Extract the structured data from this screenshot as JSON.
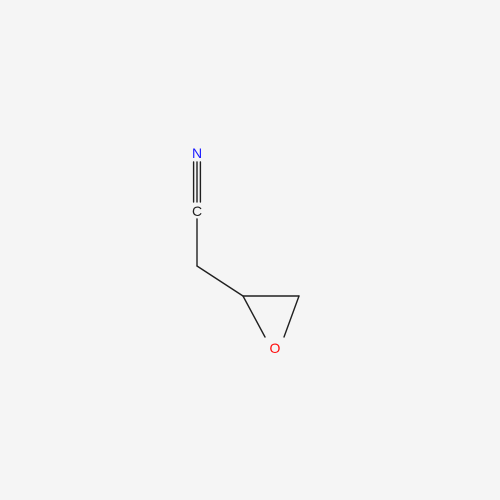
{
  "molecule": {
    "atoms": {
      "nitrogen": {
        "symbol": "N",
        "color": "#1a1aff"
      },
      "carbon_nitrile": {
        "symbol": "C",
        "color": "#202020"
      },
      "oxygen": {
        "symbol": "O",
        "color": "#ff0d0d"
      }
    },
    "bond_color": "#202020",
    "background": "#f5f5f5"
  }
}
